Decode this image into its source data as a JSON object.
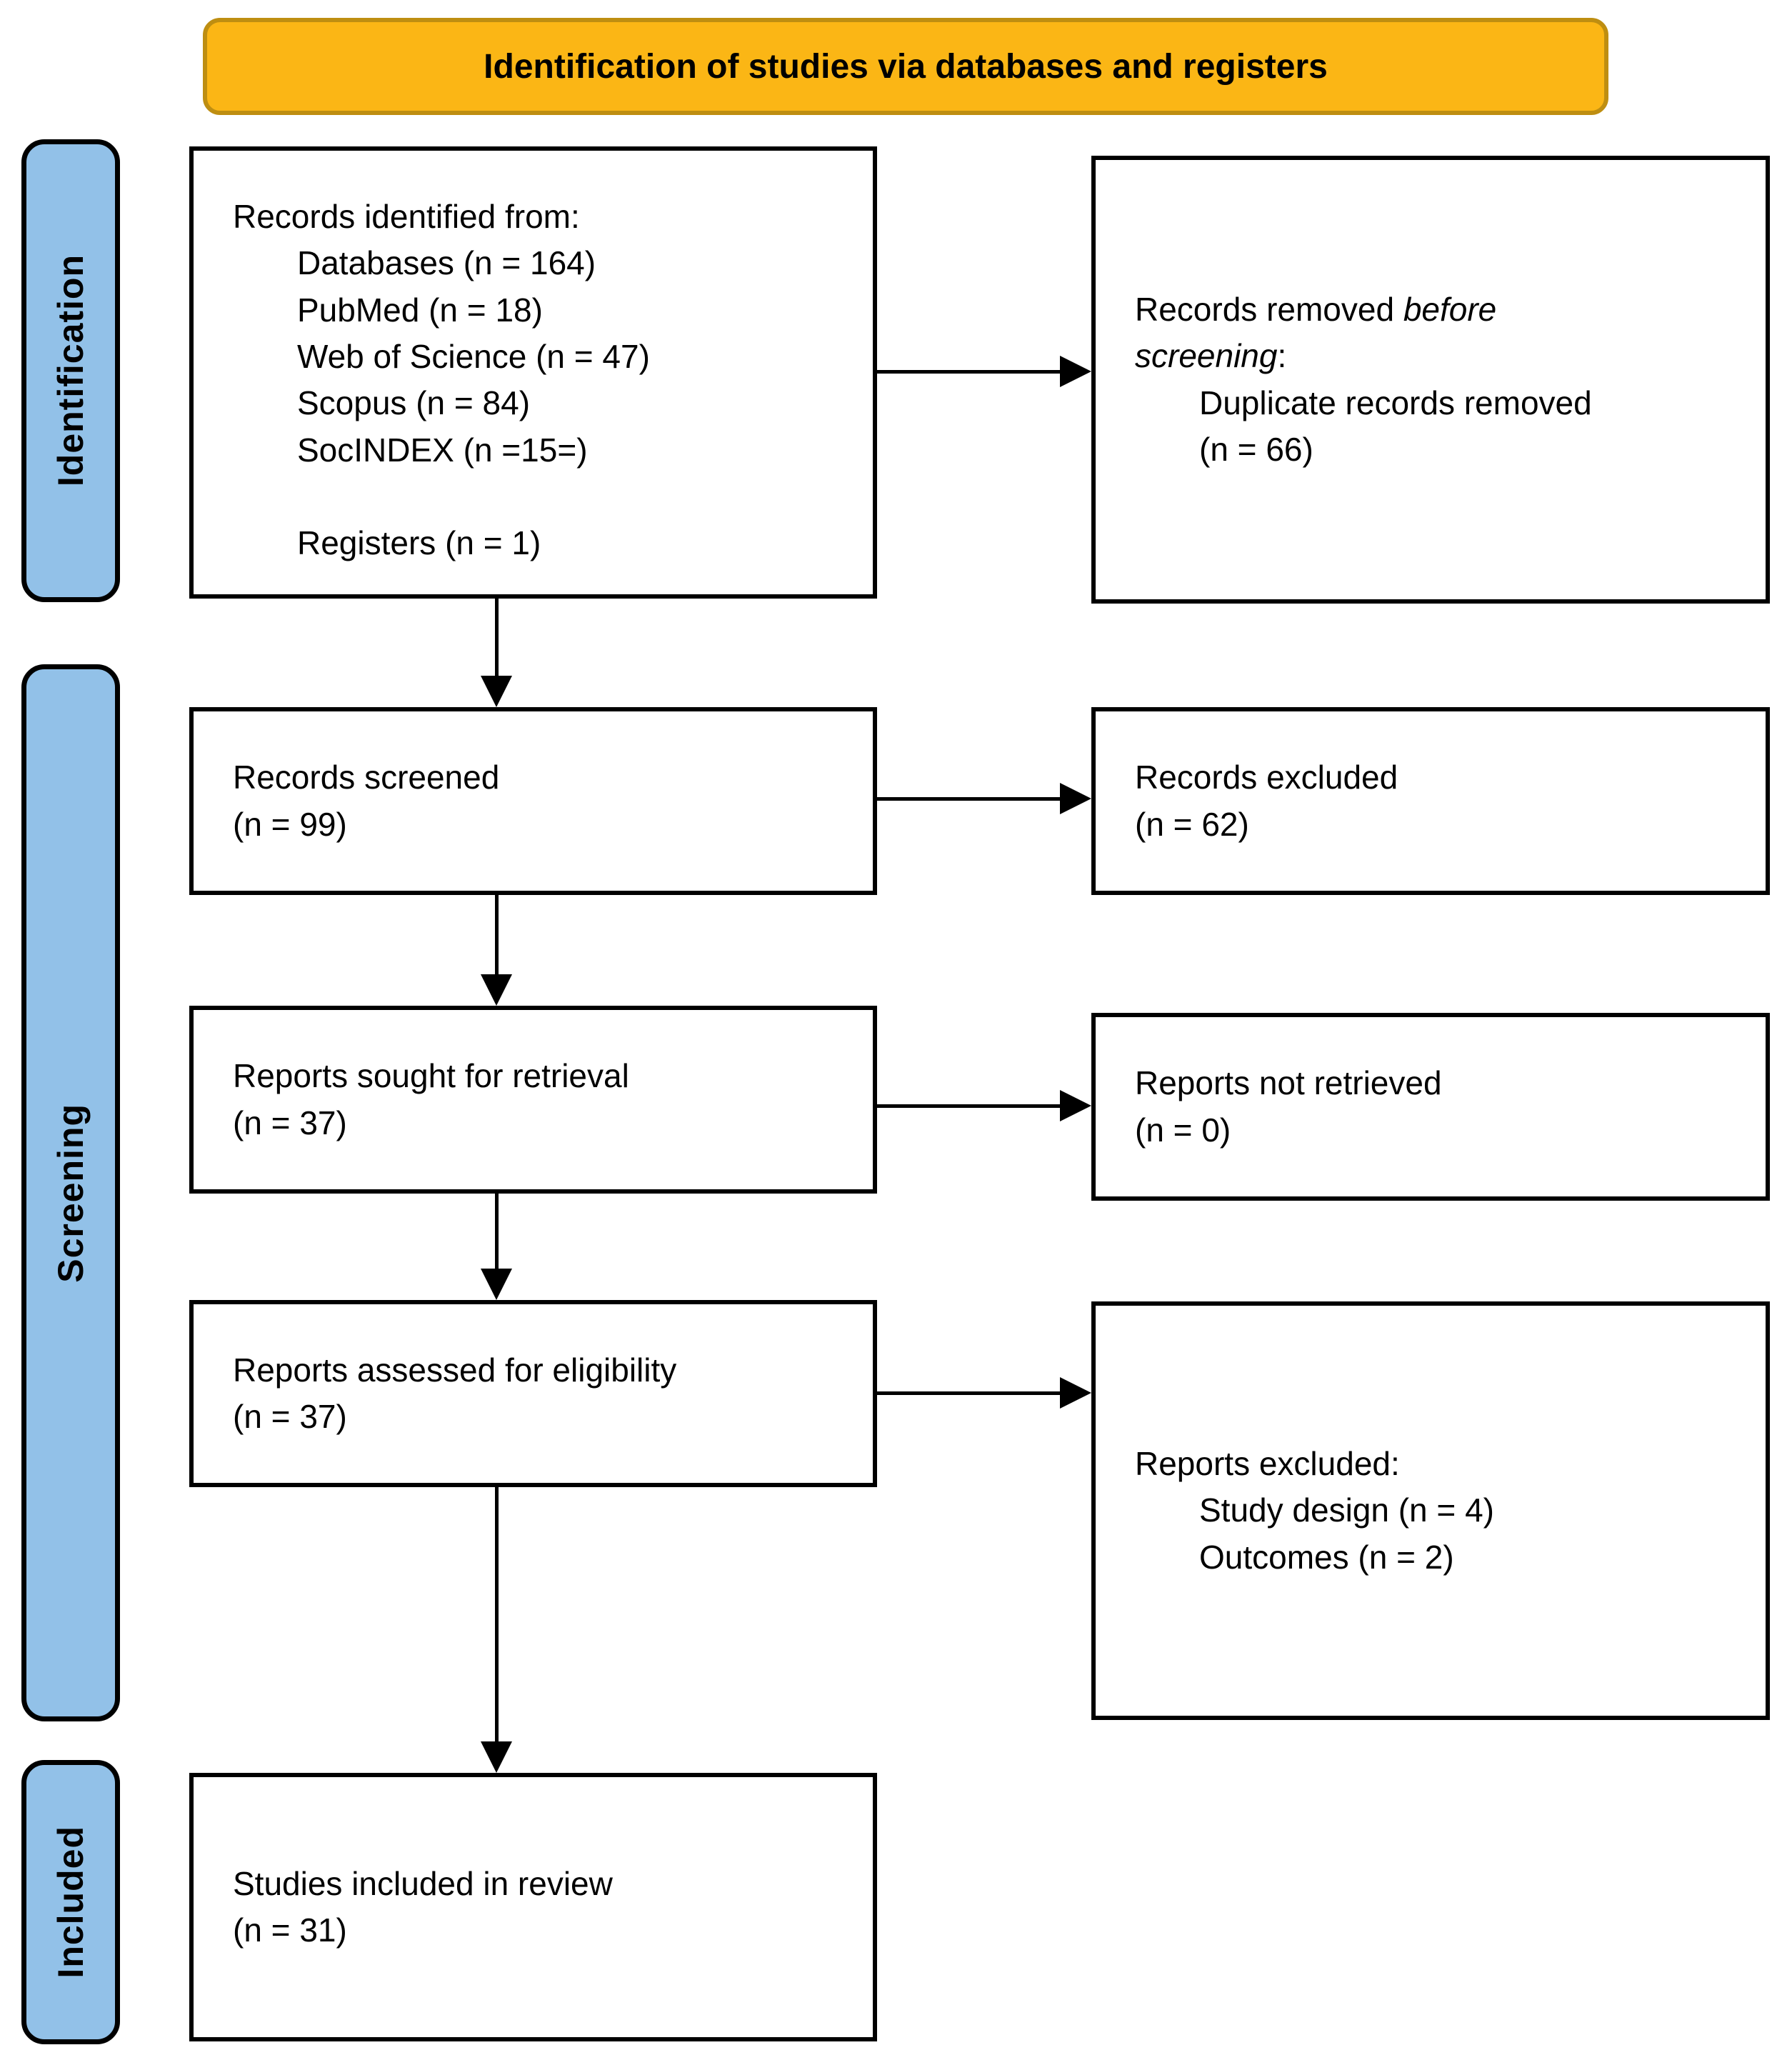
{
  "header": {
    "title": "Identification of studies via databases and registers"
  },
  "colors": {
    "banner_fill": "#FBB615",
    "banner_border": "#BE8E11",
    "stage_fill": "#92C1E8",
    "box_border": "#000000",
    "box_bg": "#FFFFFF",
    "arrow": "#000000",
    "text": "#000000"
  },
  "stages": {
    "identification": "Identification",
    "screening": "Screening",
    "included": "Included"
  },
  "boxes": {
    "records_identified": {
      "title": "Records identified from:",
      "items": [
        "Databases (n = 164)",
        "PubMed (n = 18)",
        "Web of Science (n = 47)",
        "Scopus (n = 84)",
        "SocINDEX (n =15=)",
        "",
        "Registers (n = 1)"
      ]
    },
    "records_removed": {
      "prefix": "Records removed ",
      "italic": "before screening",
      "suffix": ":",
      "items": [
        "Duplicate records removed",
        "(n = 66)"
      ]
    },
    "records_screened": {
      "line1": "Records screened",
      "line2": "(n = 99)"
    },
    "records_excluded": {
      "line1": "Records excluded",
      "line2": "(n = 62)"
    },
    "reports_sought": {
      "line1": "Reports sought for retrieval",
      "line2": "(n = 37)"
    },
    "reports_not_retrieved": {
      "line1": "Reports not retrieved",
      "line2": "(n = 0)"
    },
    "reports_assessed": {
      "line1": "Reports assessed for eligibility",
      "line2": "(n = 37)"
    },
    "reports_excluded": {
      "title": "Reports excluded:",
      "items": [
        "Study design (n = 4)",
        "Outcomes (n = 2)"
      ]
    },
    "studies_included": {
      "line1": "Studies included in review",
      "line2": "(n = 31)"
    }
  }
}
